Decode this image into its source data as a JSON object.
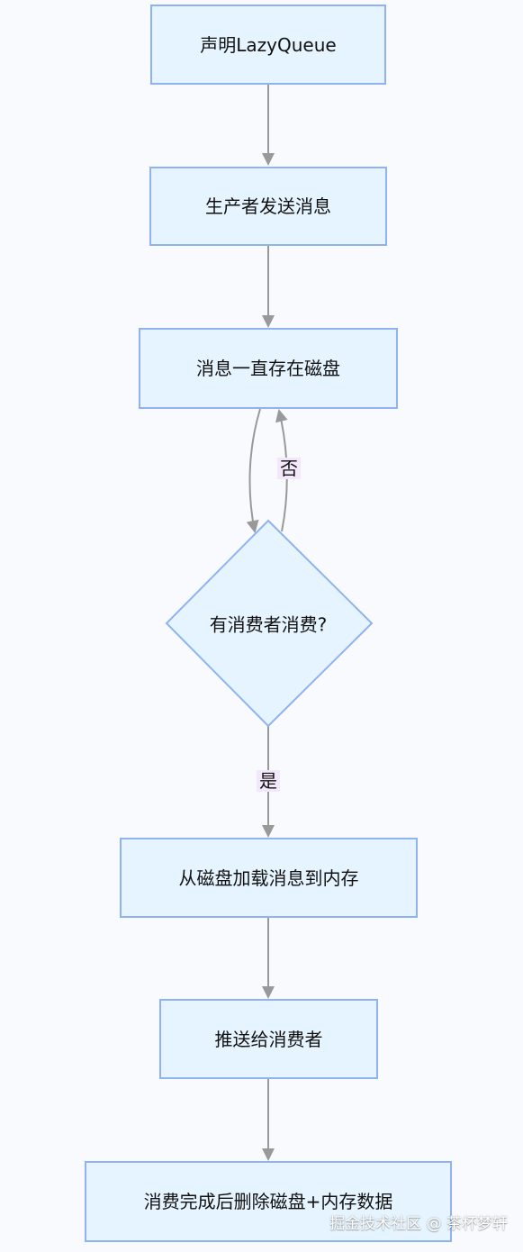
{
  "nodes": {
    "declare": "声明LazyQueue",
    "send": "生产者发送消息",
    "store": "消息一直存在磁盘",
    "decision": "有消费者消费?",
    "load": "从磁盘加载消息到内存",
    "push": "推送给消费者",
    "delete": "消费完成后删除磁盘+内存数据"
  },
  "edges": {
    "no_label": "否",
    "yes_label": "是"
  },
  "watermark": "掘金技术社区 @ 茶杯梦轩",
  "colors": {
    "node_fill": "#e6f4ff",
    "node_border": "#8fb3f0",
    "edge": "#999999",
    "edge_label_bg": "#f3e8fb"
  }
}
